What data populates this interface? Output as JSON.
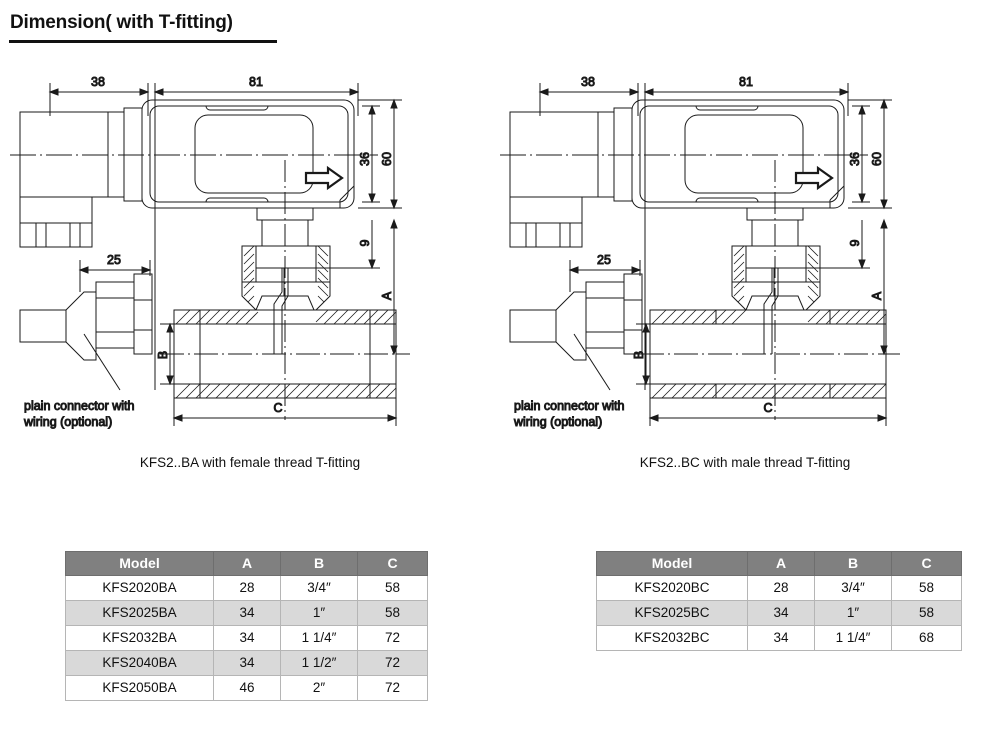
{
  "header": {
    "title": "Dimension( with T-fitting)"
  },
  "drawings": [
    {
      "id": "left",
      "caption": "KFS2..BA with female thread T-fitting",
      "note": {
        "line1": "plain connector with",
        "line2": "wiring (optional)"
      },
      "dimensions": {
        "connector_length": "38",
        "body_length": "81",
        "window_height": "36",
        "body_height": "60",
        "stem_offset": "9",
        "plug_length": "25",
        "a": "A",
        "b": "B",
        "c": "C"
      }
    },
    {
      "id": "right",
      "caption": "KFS2..BC with male thread T-fitting",
      "note": {
        "line1": "plain connector with",
        "line2": "wiring (optional)"
      },
      "dimensions": {
        "connector_length": "38",
        "body_length": "81",
        "window_height": "36",
        "body_height": "60",
        "stem_offset": "9",
        "plug_length": "25",
        "a": "A",
        "b": "B",
        "c": "C"
      }
    }
  ],
  "tables": {
    "left": {
      "columns": [
        "Model",
        "A",
        "B",
        "C"
      ],
      "rows": [
        [
          "KFS2020BA",
          "28",
          "3/4″",
          "58"
        ],
        [
          "KFS2025BA",
          "34",
          "1″",
          "58"
        ],
        [
          "KFS2032BA",
          "34",
          "1 1/4″",
          "72"
        ],
        [
          "KFS2040BA",
          "34",
          "1 1/2″",
          "72"
        ],
        [
          "KFS2050BA",
          "46",
          "2″",
          "72"
        ]
      ]
    },
    "right": {
      "columns": [
        "Model",
        "A",
        "B",
        "C"
      ],
      "rows": [
        [
          "KFS2020BC",
          "28",
          "3/4″",
          "58"
        ],
        [
          "KFS2025BC",
          "34",
          "1″",
          "58"
        ],
        [
          "KFS2032BC",
          "34",
          "1 1/4″",
          "68"
        ]
      ]
    }
  },
  "colors": {
    "header_bg": "#808080",
    "header_text": "#ffffff",
    "alt_row_bg": "#d9d9d9",
    "line": "#1a1a1a"
  }
}
